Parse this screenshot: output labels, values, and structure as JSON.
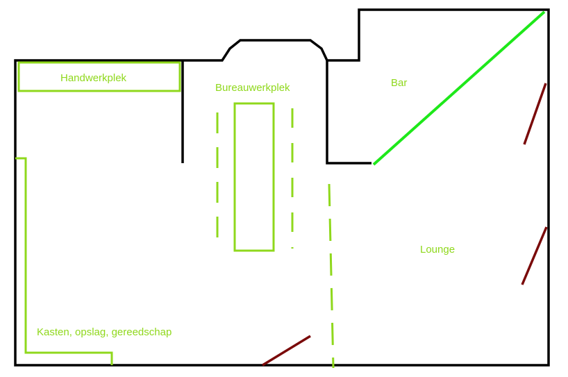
{
  "floorplan": {
    "labels": {
      "handwerkplek": "Handwerkplek",
      "bureauwerkplek": "Bureauwerkplek",
      "bar": "Bar",
      "lounge": "Lounge",
      "kasten": "Kasten, opslag, gereedschap"
    },
    "colors": {
      "wall": "#000000",
      "furniture": "#8fd81c",
      "bar_counter": "#1ee81a",
      "door": "#7a0a0a",
      "label": "#8fd81c",
      "background": "#ffffff"
    }
  }
}
